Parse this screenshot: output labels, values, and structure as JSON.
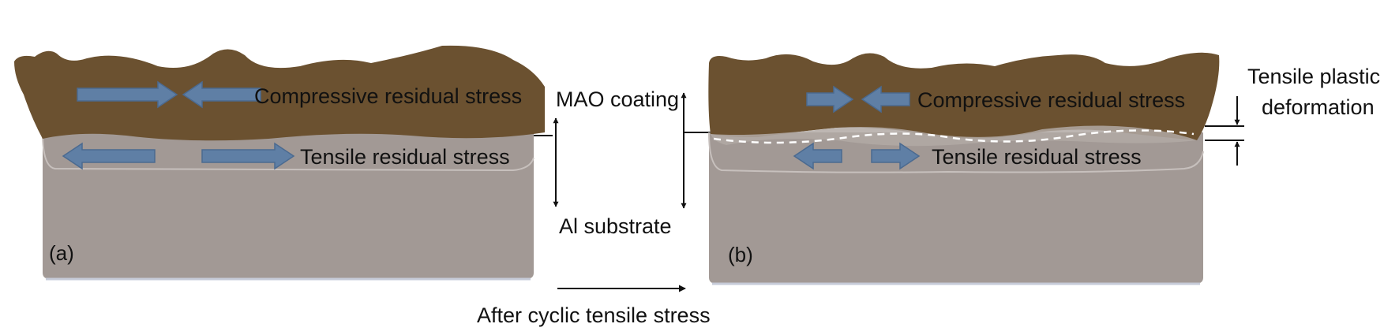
{
  "panel_a": {
    "tag": "(a)",
    "compressive_label": "Compressive residual stress",
    "tensile_label": "Tensile residual stress"
  },
  "panel_b": {
    "tag": "(b)",
    "compressive_label": "Compressive residual stress",
    "tensile_label": "Tensile residual stress"
  },
  "center": {
    "coating_label": "MAO coating",
    "substrate_label": "Al substrate",
    "process_label": "After cyclic tensile stress"
  },
  "right": {
    "deformation_label_line1": "Tensile plastic",
    "deformation_label_line2": "deformation"
  },
  "colors": {
    "coating": "#6b5130",
    "substrate": "#a29995",
    "substrate_edge": "#c8c2c0",
    "arrow": "#5f7fa5",
    "arrow_edge": "#4b6a90",
    "line": "#111111",
    "dashed_boundary": "#ffffff"
  }
}
